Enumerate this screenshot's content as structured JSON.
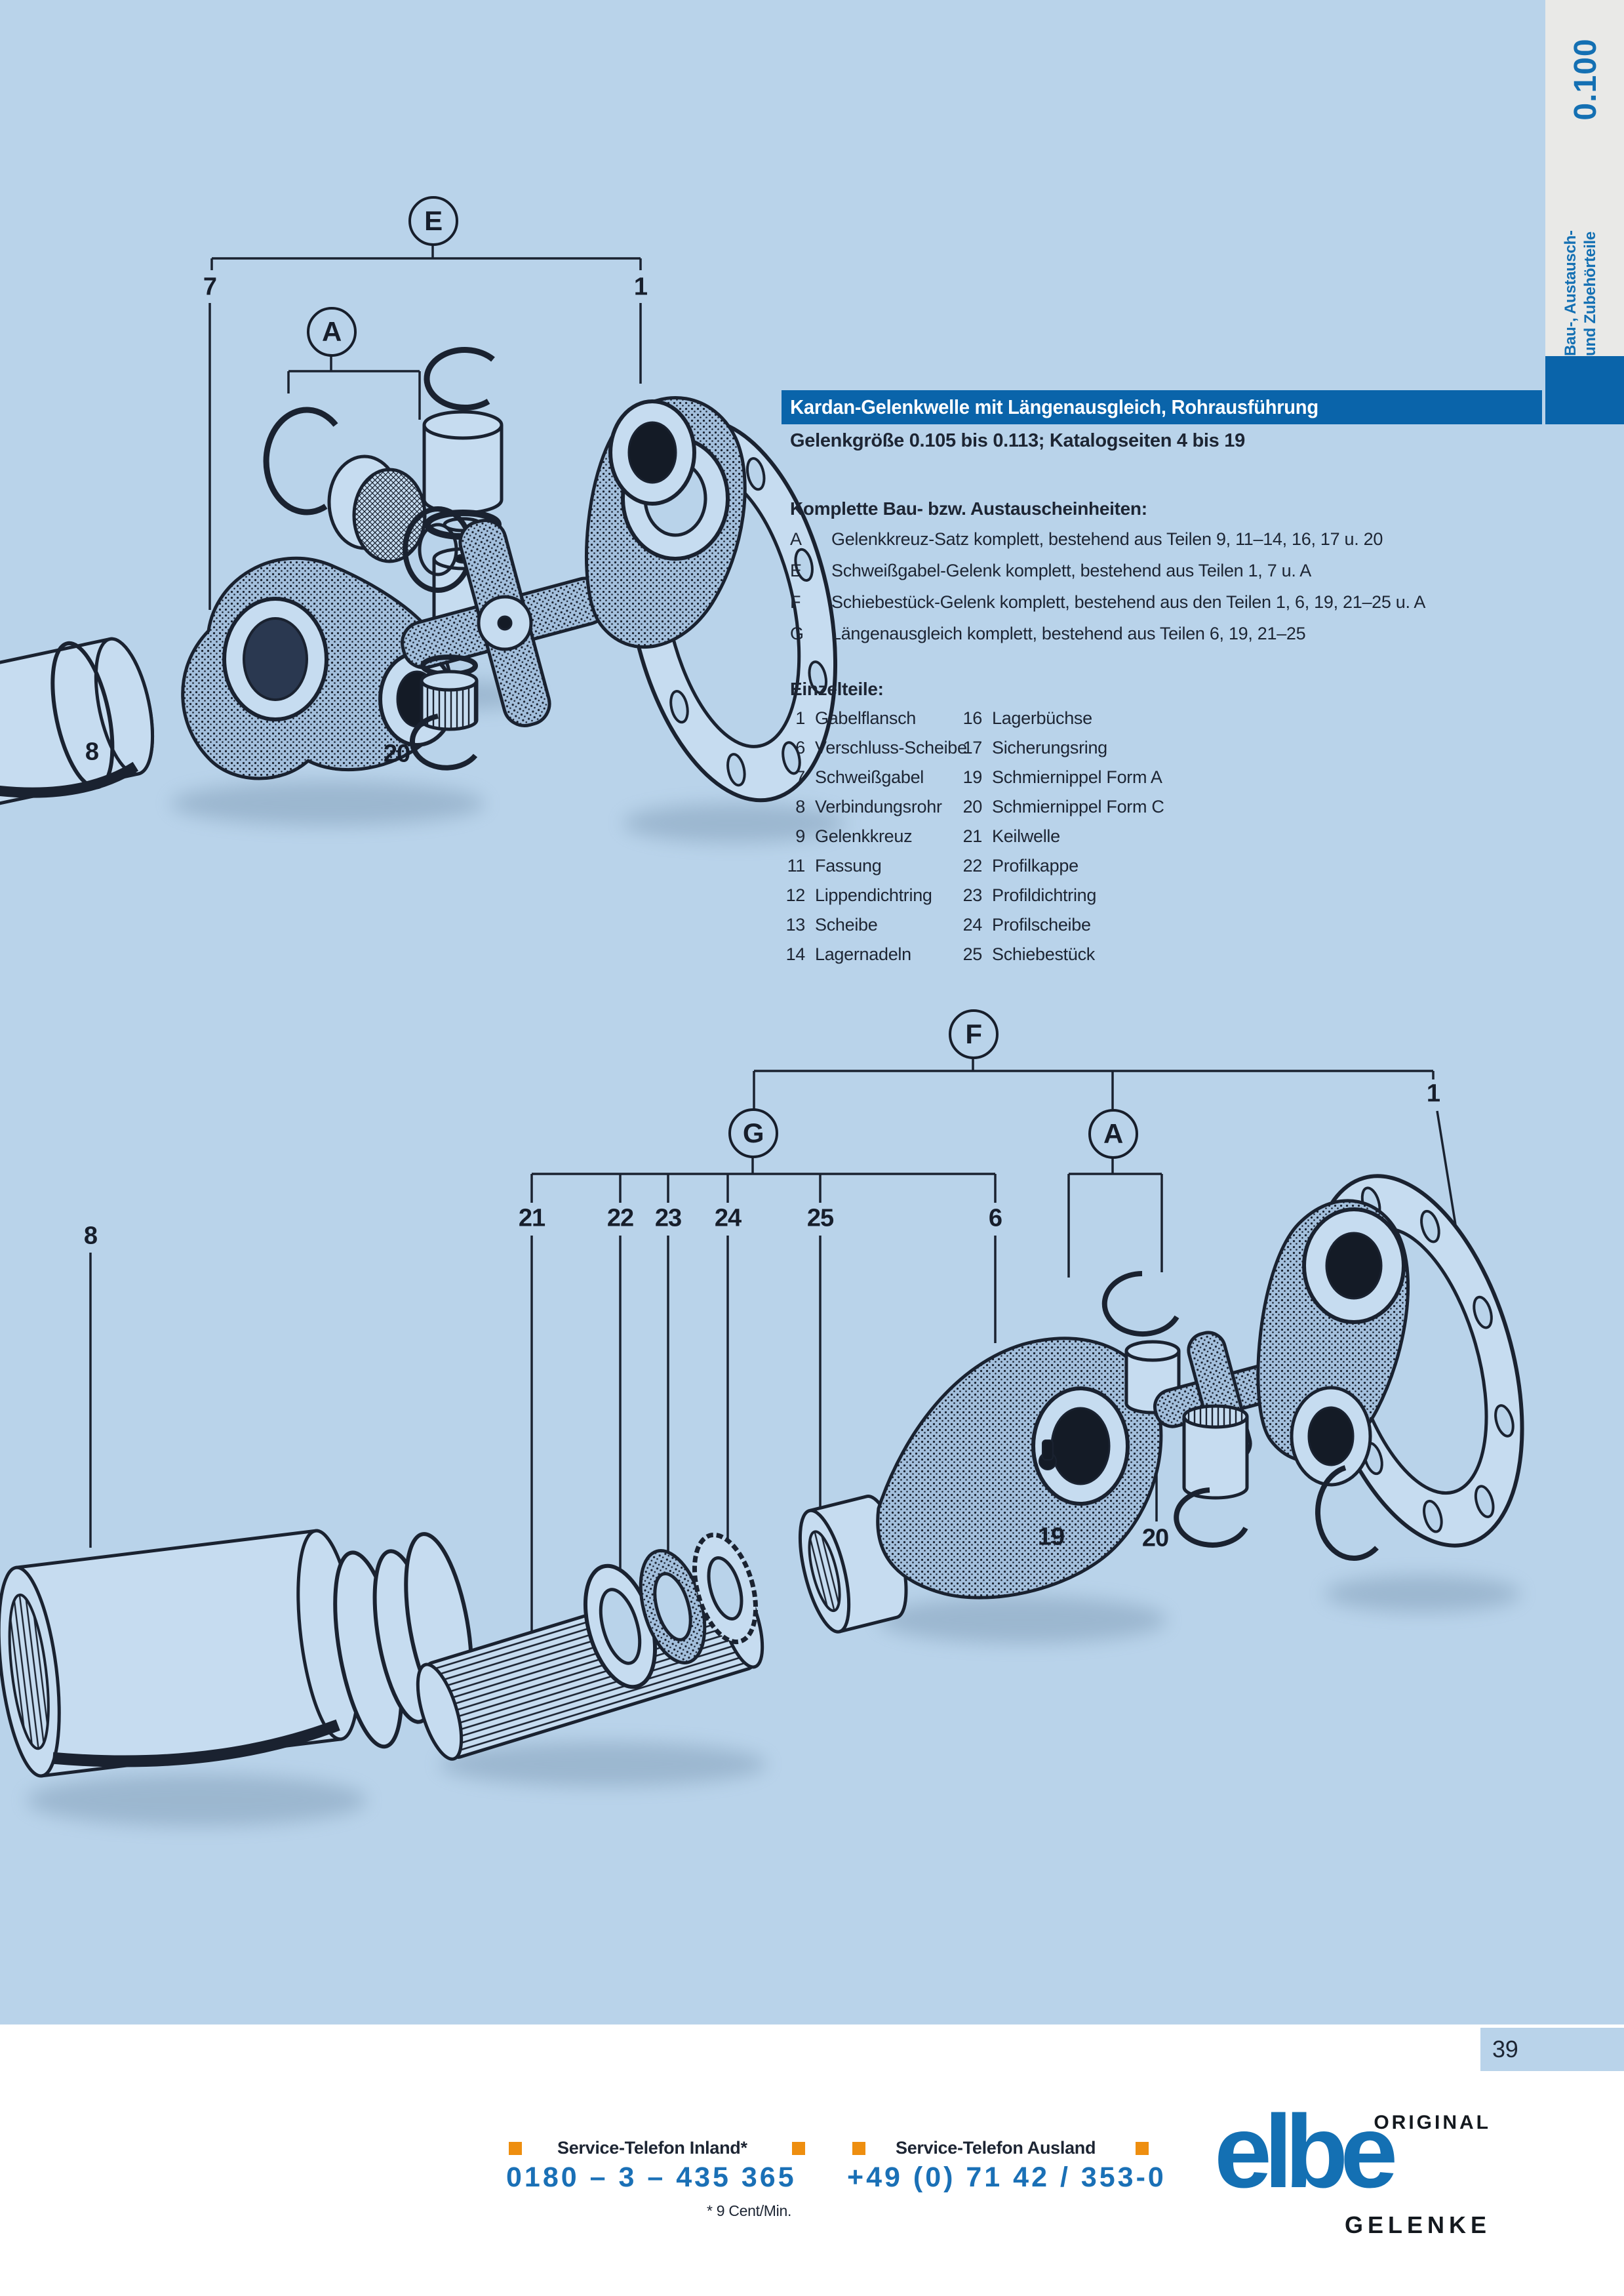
{
  "colors": {
    "page_background": "#b9d3ea",
    "accent_blue": "#0a64aa",
    "sidebar_gray": "#e9e9e7",
    "ink_navy": "#1d2533",
    "blue_text": "#1470b3",
    "orange": "#ee8e0f",
    "logo_blue": "#1470b3"
  },
  "sidebar": {
    "section_code": "0.100",
    "tab_line1": "Bau-, Austausch-",
    "tab_line2": "und Zubehörteile"
  },
  "header": {
    "title": "Kardan-Gelenkwelle mit Längenausgleich, Rohrausführung",
    "subtitle": "Gelenkgröße 0.105 bis 0.113; Katalogseiten 4 bis 19"
  },
  "assemblies": {
    "heading": "Komplette Bau- bzw. Austauscheinheiten:",
    "items": [
      {
        "key": "A",
        "text": "Gelenkkreuz-Satz komplett, bestehend aus Teilen 9, 11–14, 16, 17 u. 20"
      },
      {
        "key": "E",
        "text": "Schweißgabel-Gelenk komplett, bestehend aus Teilen 1, 7 u. A"
      },
      {
        "key": "F",
        "text": "Schiebestück-Gelenk komplett, bestehend aus den Teilen 1, 6, 19, 21–25 u. A"
      },
      {
        "key": "G",
        "text": "Längenausgleich komplett, bestehend aus Teilen 6, 19, 21–25"
      }
    ]
  },
  "parts": {
    "heading": "Einzelteile:",
    "left": [
      {
        "num": "1",
        "name": "Gabelflansch"
      },
      {
        "num": "6",
        "name": "Verschluss-Scheibe"
      },
      {
        "num": "7",
        "name": "Schweißgabel"
      },
      {
        "num": "8",
        "name": "Verbindungsrohr"
      },
      {
        "num": "9",
        "name": "Gelenkkreuz"
      },
      {
        "num": "11",
        "name": "Fassung"
      },
      {
        "num": "12",
        "name": "Lippendichtring"
      },
      {
        "num": "13",
        "name": "Scheibe"
      },
      {
        "num": "14",
        "name": "Lagernadeln"
      }
    ],
    "right": [
      {
        "num": "16",
        "name": "Lagerbüchse"
      },
      {
        "num": "17",
        "name": "Sicherungsring"
      },
      {
        "num": "19",
        "name": "Schmiernippel Form A"
      },
      {
        "num": "20",
        "name": "Schmiernippel Form C"
      },
      {
        "num": "21",
        "name": "Keilwelle"
      },
      {
        "num": "22",
        "name": "Profilkappe"
      },
      {
        "num": "23",
        "name": "Profildichtring"
      },
      {
        "num": "24",
        "name": "Profilscheibe"
      },
      {
        "num": "25",
        "name": "Schiebestück"
      }
    ]
  },
  "diagram1": {
    "labels": [
      {
        "text": "E"
      },
      {
        "text": "7"
      },
      {
        "text": "1"
      },
      {
        "text": "A"
      },
      {
        "text": "8"
      },
      {
        "text": "20"
      }
    ]
  },
  "diagram2": {
    "labels": [
      {
        "text": "F"
      },
      {
        "text": "G"
      },
      {
        "text": "A"
      },
      {
        "text": "1"
      },
      {
        "text": "8"
      },
      {
        "text": "21"
      },
      {
        "text": "22"
      },
      {
        "text": "23"
      },
      {
        "text": "24"
      },
      {
        "text": "25"
      },
      {
        "text": "6"
      },
      {
        "text": "19"
      },
      {
        "text": "20"
      }
    ]
  },
  "page": {
    "number": "39"
  },
  "footer": {
    "inland_label": "Service-Telefon Inland*",
    "inland_number": "0180 – 3 – 435 365",
    "ausland_label": "Service-Telefon Ausland",
    "ausland_number": "+49 (0) 71 42 / 353-0",
    "note": "* 9 Cent/Min."
  },
  "logo": {
    "top": "ORIGINAL",
    "wordmark": "elbe",
    "bottom": "GELENKE"
  }
}
